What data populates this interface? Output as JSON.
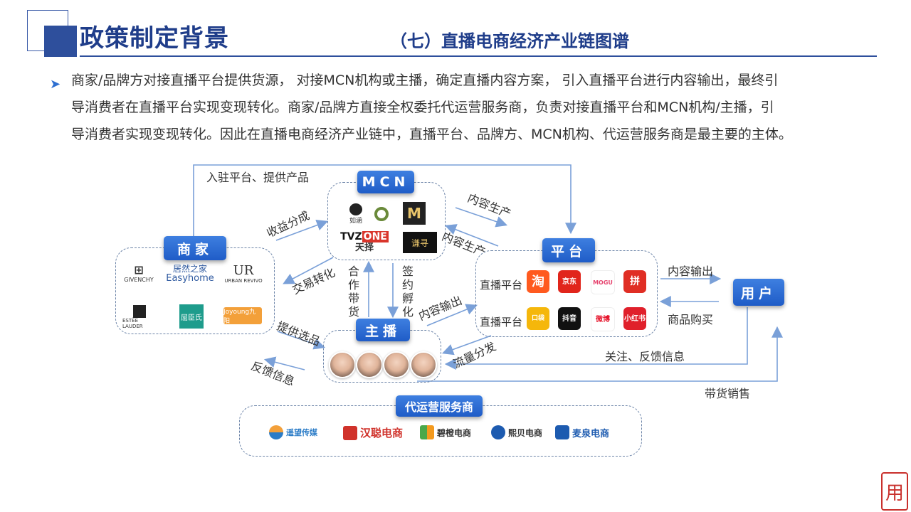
{
  "header": {
    "title": "政策制定背景",
    "subtitle": "（七）直播电商经济产业链图谱"
  },
  "intro": {
    "lines": [
      "商家/品牌方对接直播平台提供货源， 对接MCN机构或主播，确定直播内容方案， 引入直播平台进行内容输出，最终引",
      "导消费者在直播平台实现变现转化。商家/品牌方直接全权委托代运营服务商，负责对接直播平台和MCN机构/主播，引",
      "导消费者实现变现转化。因此在直播电商经济产业链中，直播平台、品牌方、MCN机构、代运营服务商是最主要的主体。"
    ]
  },
  "diagram": {
    "nodes": {
      "mcn": "MCN",
      "merchant": "商家",
      "platform": "平台",
      "anchor": "主播",
      "user": "用户",
      "service": "代运营服务商"
    },
    "flows": {
      "settle_supply": "入驻平台、提供产品",
      "revenue_share": "收益分成",
      "content_production_1": "内容生产",
      "content_production_2": "内容生产",
      "transaction": "交易转化",
      "cooperate_sell": "合作带货",
      "sign_incubate": "签约孵化",
      "content_output_anchor": "内容输出",
      "select_products": "提供选品",
      "feedback": "反馈信息",
      "traffic_distribution": "流量分发",
      "content_output_user": "内容输出",
      "product_purchase": "商品购买",
      "follow_feedback": "关注、反馈信息",
      "live_sales": "带货销售"
    },
    "mcn_logos": [
      "如涵",
      "ONE",
      "天择",
      "谦寻"
    ],
    "mcn_logo_marks": {
      "mcn_logo_m": "M",
      "mcn_logo_tvz": "TVZ"
    },
    "merchant_logos": [
      "GIVENCHY",
      "居然之家",
      "Easyhome",
      "URBAN REVIVO",
      "ESTĒE LAUDER",
      "屈臣氏",
      "Joyoung九阳"
    ],
    "platform": {
      "row1_label": "直播平台",
      "row2_label": "直播平台",
      "apps_row1": [
        "淘",
        "京东",
        "MOGU",
        "拼"
      ],
      "apps_row2": [
        "口袋",
        "抖音",
        "微博",
        "小红书"
      ]
    },
    "service_logos": [
      "遥望传媒",
      "汉聪电商",
      "碧橙电商",
      "熙贝电商",
      "麦泉电商"
    ]
  },
  "colors": {
    "accent": "#1f5cc7",
    "title": "#1f3d8a",
    "arrow": "#7aa0d8",
    "dash": "#6c84a8"
  },
  "seal": "用"
}
